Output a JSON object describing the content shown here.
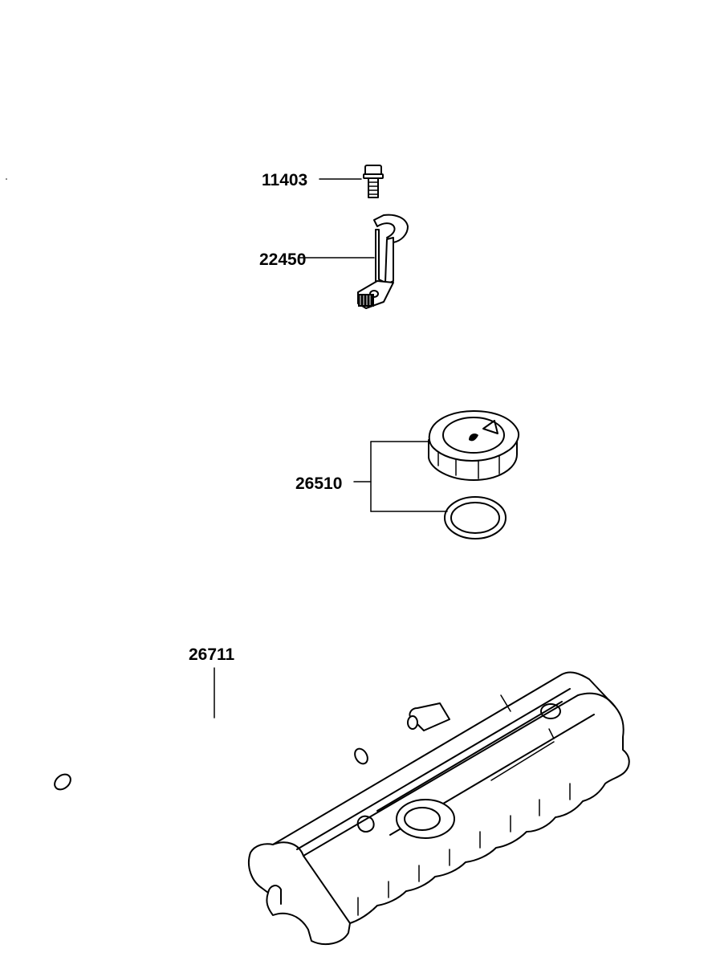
{
  "parts": [
    {
      "part_number": "11403",
      "icon": "bolt-icon"
    },
    {
      "part_number": "22450",
      "icon": "bracket-icon"
    },
    {
      "part_number": "26510",
      "icon": "oil-filler-cap-icon",
      "components": [
        "cap-icon",
        "o-ring-icon"
      ]
    },
    {
      "part_number": "26711",
      "icon": "breather-hose-icon"
    }
  ],
  "assembly": {
    "icon": "valve-cover-icon"
  }
}
